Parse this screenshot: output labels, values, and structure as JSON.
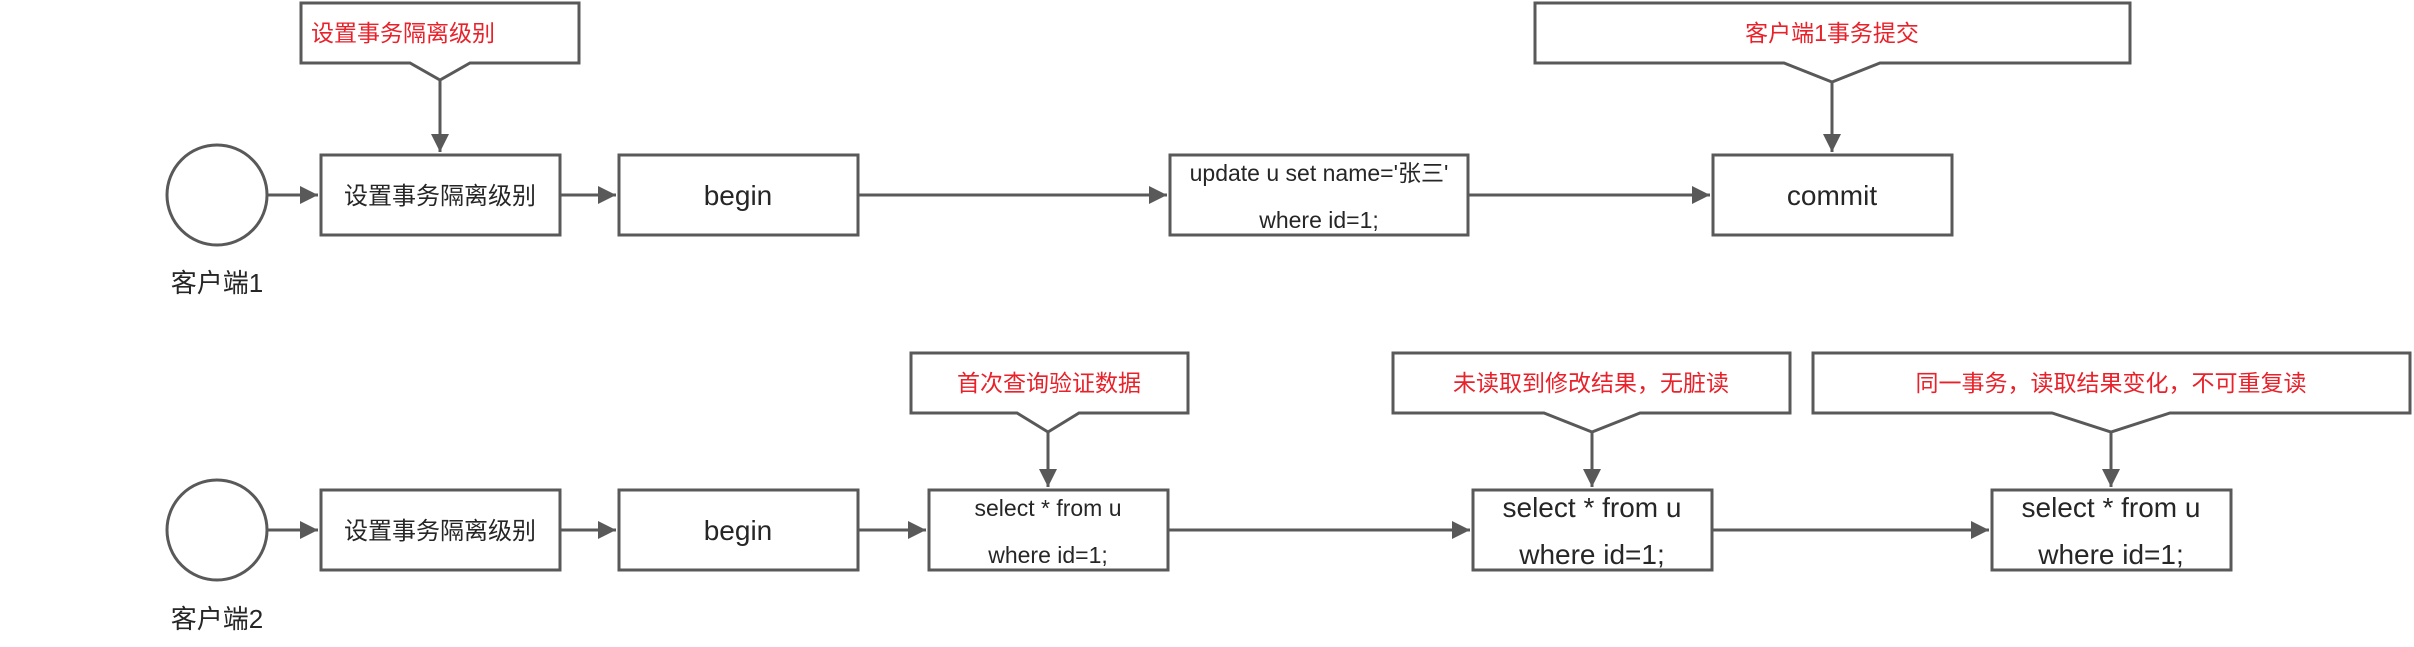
{
  "colors": {
    "stroke": "#595959",
    "text": "#262626",
    "annotation": "#e8212a"
  },
  "client1": {
    "label": "客户端1",
    "steps": {
      "set_isolation": "设置事务隔离级别",
      "begin": "begin",
      "update_line1": "update u set name='张三'",
      "update_line2": "where id=1;",
      "commit": "commit"
    },
    "notes": {
      "set_isolation": "设置事务隔离级别",
      "commit": "客户端1事务提交"
    }
  },
  "client2": {
    "label": "客户端2",
    "steps": {
      "set_isolation": "设置事务隔离级别",
      "begin": "begin",
      "select1_line1": "select * from u",
      "select1_line2": "where id=1;",
      "select2_line1": "select * from u",
      "select2_line2": "where id=1;",
      "select3_line1": "select * from u",
      "select3_line2": "where id=1;"
    },
    "notes": {
      "select1": "首次查询验证数据",
      "select2": "未读取到修改结果，无脏读",
      "select3": "同一事务，读取结果变化，不可重复读"
    }
  }
}
